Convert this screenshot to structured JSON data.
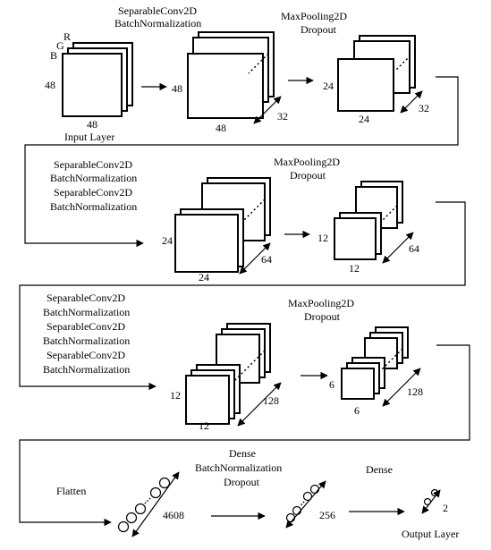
{
  "stage1": {
    "channels": [
      "B",
      "G",
      "R"
    ],
    "input_height": "48",
    "input_width": "48",
    "input_caption": "Input Layer",
    "conv_labels": [
      "SeparableConv2D",
      "BatchNormalization"
    ],
    "conv_height": "48",
    "conv_width": "48",
    "conv_depth": "32",
    "pool_labels": [
      "MaxPooling2D",
      "Dropout"
    ],
    "pool_height": "24",
    "pool_width": "24",
    "pool_depth": "32"
  },
  "stage2": {
    "conv_labels": [
      "SeparableConv2D",
      "BatchNormalization",
      "SeparableConv2D",
      "BatchNormalization"
    ],
    "conv_height": "24",
    "conv_width": "24",
    "conv_depth": "64",
    "pool_labels": [
      "MaxPooling2D",
      "Dropout"
    ],
    "pool_height": "12",
    "pool_width": "12",
    "pool_depth": "64"
  },
  "stage3": {
    "conv_labels": [
      "SeparableConv2D",
      "BatchNormalization",
      "SeparableConv2D",
      "BatchNormalization",
      "SeparableConv2D",
      "BatchNormalization"
    ],
    "conv_height": "12",
    "conv_width": "12",
    "conv_depth": "128",
    "pool_labels": [
      "MaxPooling2D",
      "Dropout"
    ],
    "pool_height": "6",
    "pool_width": "6",
    "pool_depth": "128"
  },
  "stage4": {
    "flatten_label": "Flatten",
    "flatten_size": "4608",
    "dense1_labels": [
      "Dense",
      "BatchNormalization",
      "Dropout"
    ],
    "dense1_size": "256",
    "dense2_label": "Dense",
    "output_size": "2",
    "output_caption": "Output Layer"
  }
}
